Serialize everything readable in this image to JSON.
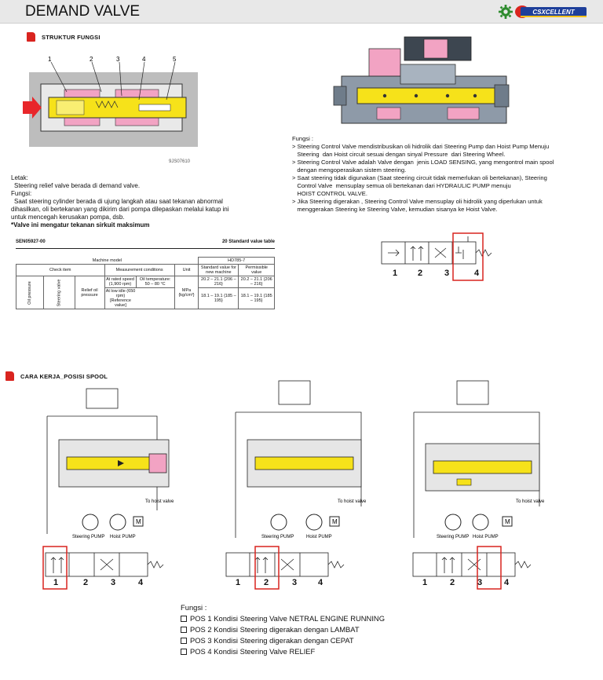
{
  "header": {
    "title": "DEMAND VALVE",
    "logo_text": "CSX CELLENT"
  },
  "section1": {
    "label": "STRUKTUR FUNGSI"
  },
  "diagram1": {
    "callouts": [
      "1",
      "2",
      "3",
      "4",
      "5"
    ],
    "code": "9JS07610"
  },
  "letak": {
    "label": "Letak:",
    "text": "Steering relief valve berada di demand valve.",
    "fungsi_label": "Fungsi:",
    "fungsi_lines": [
      "Saat steering cylinder berada di ujung langkah atau saat tekanan abnormal",
      "dihasilkan, oli bertekanan yang dikirim dari pompa dilepaskan melalui katup ini",
      "untuk mencegah kerusakan pompa, dsb."
    ],
    "note": "*Valve ini mengatur tekanan sirkuit maksimum"
  },
  "table": {
    "doc_code": "SEN05927-00",
    "caption": "20 Standard value table",
    "machine_model_label": "Machine model",
    "machine_model": "HD785-7",
    "check_item": "Check item",
    "measurement_conditions": "Measurement conditions",
    "unit": "Unit",
    "standard_value": "Standard value for new machine",
    "permissible_value": "Permissible value",
    "row_group": "Oil pressure",
    "row_sub": "Steering valve",
    "row_item": "Relief oil pressure",
    "cond_rated": "At rated speed (1,900 rpm)",
    "cond_low": "At low idle (650 rpm) [Reference value]",
    "oil_temp": "Oil temperature: 50 – 80 °C",
    "unit_value": "MPa {kg/cm²}",
    "std_rated": "20.2 – 21.1 {206 – 216}",
    "perm_rated": "20.2 – 21.1 {206 – 216}",
    "std_low": "18.1 – 19.1 {185 – 195}",
    "perm_low": "18.1 – 19.1 {185 – 195}"
  },
  "fungsi_right": {
    "label": "Fungsi :",
    "lines": [
      "> Steering Control Valve mendistribusikan oli hidrolik dari Steering Pump dan Hoist Pump Menuju",
      "   Steering  dan Hoist circuit sesuai dengan sinyal Pressure  dari Steering Wheel.",
      "> Steering Control Valve adalah Valve dengan  jenis LOAD SENSING, yang mengontrol main spool",
      "   dengan mengoperasikan sistem steering.",
      "> Saat steering tidak digunakan (Saat steering circuit tidak memerlukan oli bertekanan), Steering",
      "   Control Valve  mensuplay semua oli bertekanan dari HYDRAULIC PUMP menuju",
      "   HOIST CONTROL VALVE.",
      "> Jika Steering digerakan , Steering Control Valve mensuplay oli hidrolik yang diperlukan untuk",
      "   menggerakan Steering ke Steering Valve, kemudian sisanya ke Hoist Valve."
    ]
  },
  "symbol_positions": [
    "1",
    "2",
    "3",
    "4"
  ],
  "section2": {
    "label": "CARA KERJA_POSISI SPOOL"
  },
  "circuit_labels": {
    "to_hoist": "To hoist valve",
    "steering_pump": "Steering PUMP",
    "hoist_pump": "Hoist PUMP",
    "m": "M"
  },
  "bottom": {
    "label": "Fungsi :",
    "items": [
      "POS 1 Kondisi Steering Valve NETRAL ENGINE RUNNING",
      "POS 2 Kondisi Steering digerakan dengan LAMBAT",
      "POS 3 Kondisi Steering digerakan  dengan CEPAT",
      "POS 4 Kondisi Steering Valve RELIEF"
    ]
  },
  "colors": {
    "accent_red": "#d9241f",
    "spool_yellow": "#f6e21a",
    "pink": "#f2a3c3",
    "steel": "#8e9aa8"
  }
}
